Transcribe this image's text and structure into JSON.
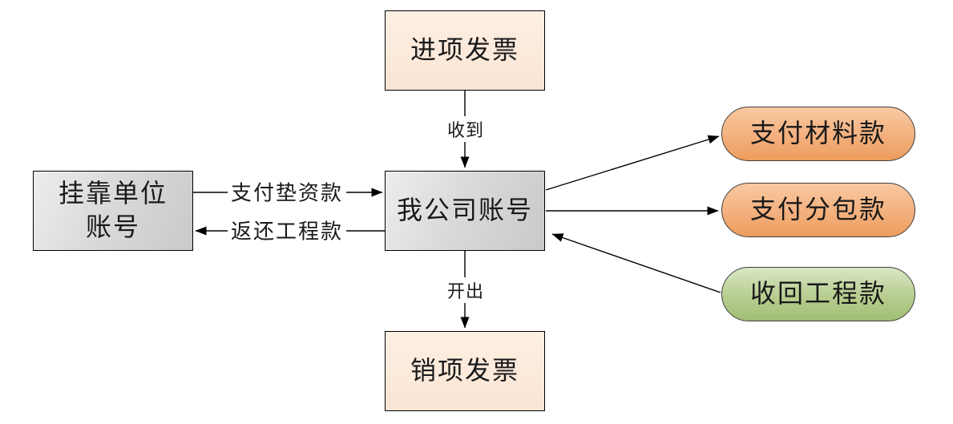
{
  "diagram": {
    "type": "flowchart",
    "nodes": {
      "input_invoice": {
        "label": "进项发票",
        "shape": "rect",
        "fill": "#FBE8D9"
      },
      "affiliated_account": {
        "label": "挂靠单位\n账号",
        "shape": "rect",
        "fill": "#D9D9D9"
      },
      "company_account": {
        "label": "我公司账号",
        "shape": "rect",
        "fill": "#D9D9D9"
      },
      "output_invoice": {
        "label": "销项发票",
        "shape": "rect",
        "fill": "#FBE8D9"
      },
      "pay_material": {
        "label": "支付材料款",
        "shape": "stadium",
        "fill": "#F4B183"
      },
      "pay_subcontract": {
        "label": "支付分包款",
        "shape": "stadium",
        "fill": "#F4B183"
      },
      "recover_project": {
        "label": "收回工程款",
        "shape": "stadium",
        "fill": "#A9C47F"
      }
    },
    "edges": {
      "receive": {
        "label": "收到",
        "from": "input_invoice",
        "to": "company_account"
      },
      "pay_advance": {
        "label": "支付垫资款",
        "from": "affiliated_account",
        "to": "company_account"
      },
      "return_project": {
        "label": "返还工程款",
        "from": "company_account",
        "to": "affiliated_account"
      },
      "issue": {
        "label": "开出",
        "from": "company_account",
        "to": "output_invoice"
      },
      "to_material": {
        "label": "",
        "from": "company_account",
        "to": "pay_material"
      },
      "to_subcontract": {
        "label": "",
        "from": "company_account",
        "to": "pay_subcontract"
      },
      "from_project": {
        "label": "",
        "from": "recover_project",
        "to": "company_account"
      }
    },
    "colors": {
      "line": "#000000",
      "border": "#000000",
      "stadium_border": "#3F3F3F",
      "invoice_fill": "#FBE8D9",
      "account_fill": "#D9D9D9",
      "pay_fill": "#F4B183",
      "receive_fill": "#A9C47F",
      "background": "#FFFFFF"
    }
  }
}
